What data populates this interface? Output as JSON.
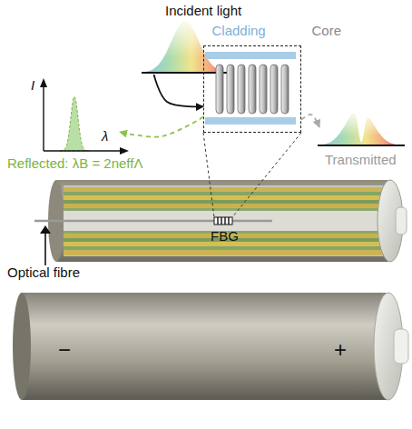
{
  "diagram": {
    "nodes": [
      {
        "text": [
          "Incident light"
        ]
      },
      {
        "text": [
          "Cladding",
          "Core"
        ]
      },
      {
        "text": [
          "I",
          "λ",
          "Reflected: λB = 2neffΛ"
        ]
      },
      {
        "text": [
          "Transmitted"
        ]
      }
    ],
    "edges": [
      {
        "from": 0,
        "to": 1,
        "arrow": "to"
      },
      {
        "from": 1,
        "to": 2,
        "arrow": "to"
      },
      {
        "from": 1,
        "to": 3,
        "arrow": "to"
      }
    ],
    "labels": [
      "FBG",
      "Optical fibre",
      "−",
      "+"
    ]
  }
}
